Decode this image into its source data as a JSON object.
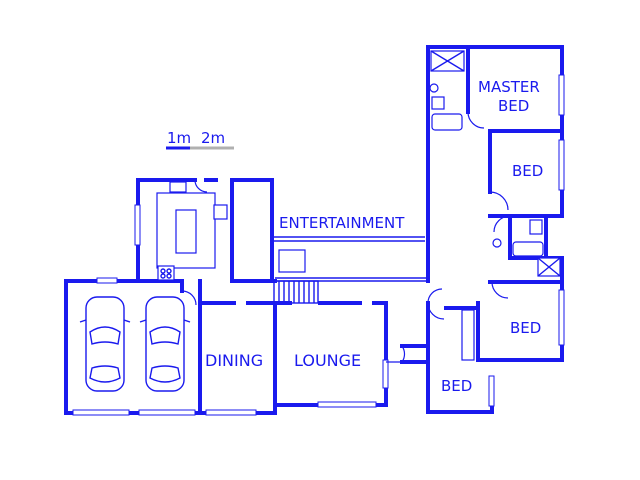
{
  "scale": {
    "label_1": "1m",
    "label_2": "2m"
  },
  "rooms": {
    "master_bed_line1": "MASTER",
    "master_bed_line2": "BED",
    "bed_upper": "BED",
    "entertainment": "ENTERTAINMENT",
    "bed_middle": "BED",
    "dining": "DINING",
    "lounge": "LOUNGE",
    "bed_lower": "BED"
  },
  "colors": {
    "line": "#1a1aee",
    "background": "#ffffff",
    "scale_grey": "#b0b0b0"
  }
}
